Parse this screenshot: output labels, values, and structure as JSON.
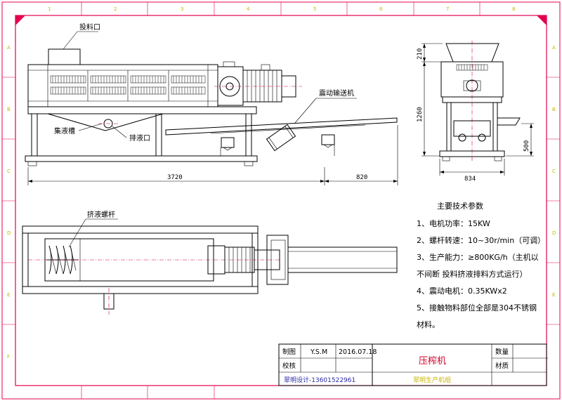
{
  "labels": {
    "feed_inlet": "投料口",
    "vibrating_conveyor": "震动输送机",
    "collecting_tank": "集液槽",
    "drain_outlet": "排液口",
    "squeeze_screw": "挤液螺杆"
  },
  "dimensions": {
    "total_length": "3720",
    "conveyor_length": "820",
    "side_hopper_height": "210",
    "side_main_height": "1260",
    "side_conveyor_height": "500",
    "side_width": "834"
  },
  "specs": {
    "title": "主要技术参数",
    "lines": [
      "1、电机功率：15KW",
      "2、螺杆转速：10~30r/min（可调）",
      "3、生产能力：≥800KG/h（主机以",
      "不间断 投料挤液排料方式运行）",
      "4、震动电机：0.35KWx2",
      "5、接触物料部位全部是304不锈钢",
      "材料。"
    ]
  },
  "title_block": {
    "drawn_label": "制图",
    "drawn_by": "Y.S.M",
    "date": "2016.07.18",
    "checked_label": "校核",
    "product_name": "压榨机",
    "quantity_label": "数量",
    "material_label": "材质",
    "designer_contact": "翠明设计-13601522961",
    "company": "翠明生产机组"
  },
  "zones": {
    "top": [
      "1",
      "2",
      "3",
      "4",
      "5",
      "6",
      "7",
      "8"
    ],
    "left": [
      "A",
      "B",
      "C",
      "D",
      "E",
      "F"
    ]
  },
  "colors": {
    "border": "#e3004f",
    "red_text": "#d4002a",
    "blue_text": "#2a2aa8",
    "yellow_text": "#c9b400"
  }
}
